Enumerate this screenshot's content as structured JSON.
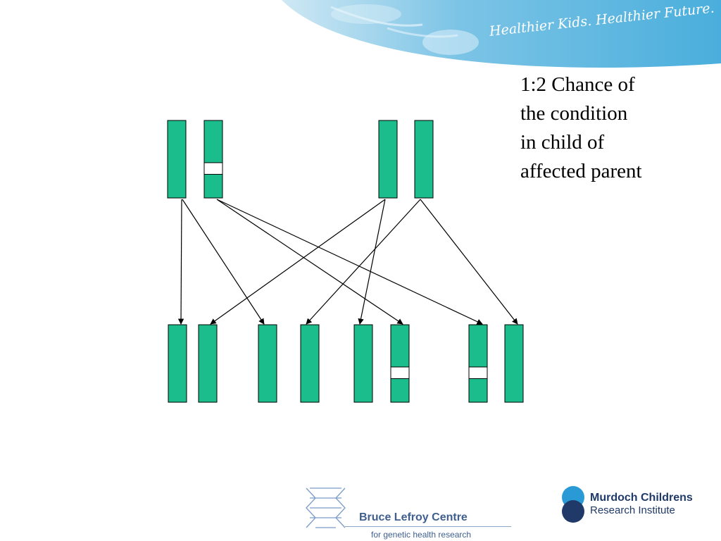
{
  "header": {
    "tagline": "Healthier Kids. Healthier Future."
  },
  "title_lines": [
    "1:2 Chance of",
    "the condition",
    "in child of",
    "affected parent"
  ],
  "colors": {
    "chromosome": "#1bbd8c",
    "stroke": "#000000",
    "mutation": "#ffffff"
  },
  "parents": [
    {
      "chromosomes": [
        {
          "mutated": false
        },
        {
          "mutated": true
        }
      ]
    },
    {
      "chromosomes": [
        {
          "mutated": false
        },
        {
          "mutated": false
        }
      ]
    }
  ],
  "children": [
    {
      "chromosomes": [
        {
          "mutated": false
        },
        {
          "mutated": false
        }
      ]
    },
    {
      "chromosomes": [
        {
          "mutated": false
        },
        {
          "mutated": false
        }
      ]
    },
    {
      "chromosomes": [
        {
          "mutated": false
        },
        {
          "mutated": true
        }
      ]
    },
    {
      "chromosomes": [
        {
          "mutated": true
        },
        {
          "mutated": false
        }
      ]
    }
  ],
  "logos": {
    "blc_name": "Bruce Lefroy Centre",
    "blc_sub": "for genetic health research",
    "mcri_name": "Murdoch Childrens",
    "mcri_sub": "Research Institute"
  }
}
